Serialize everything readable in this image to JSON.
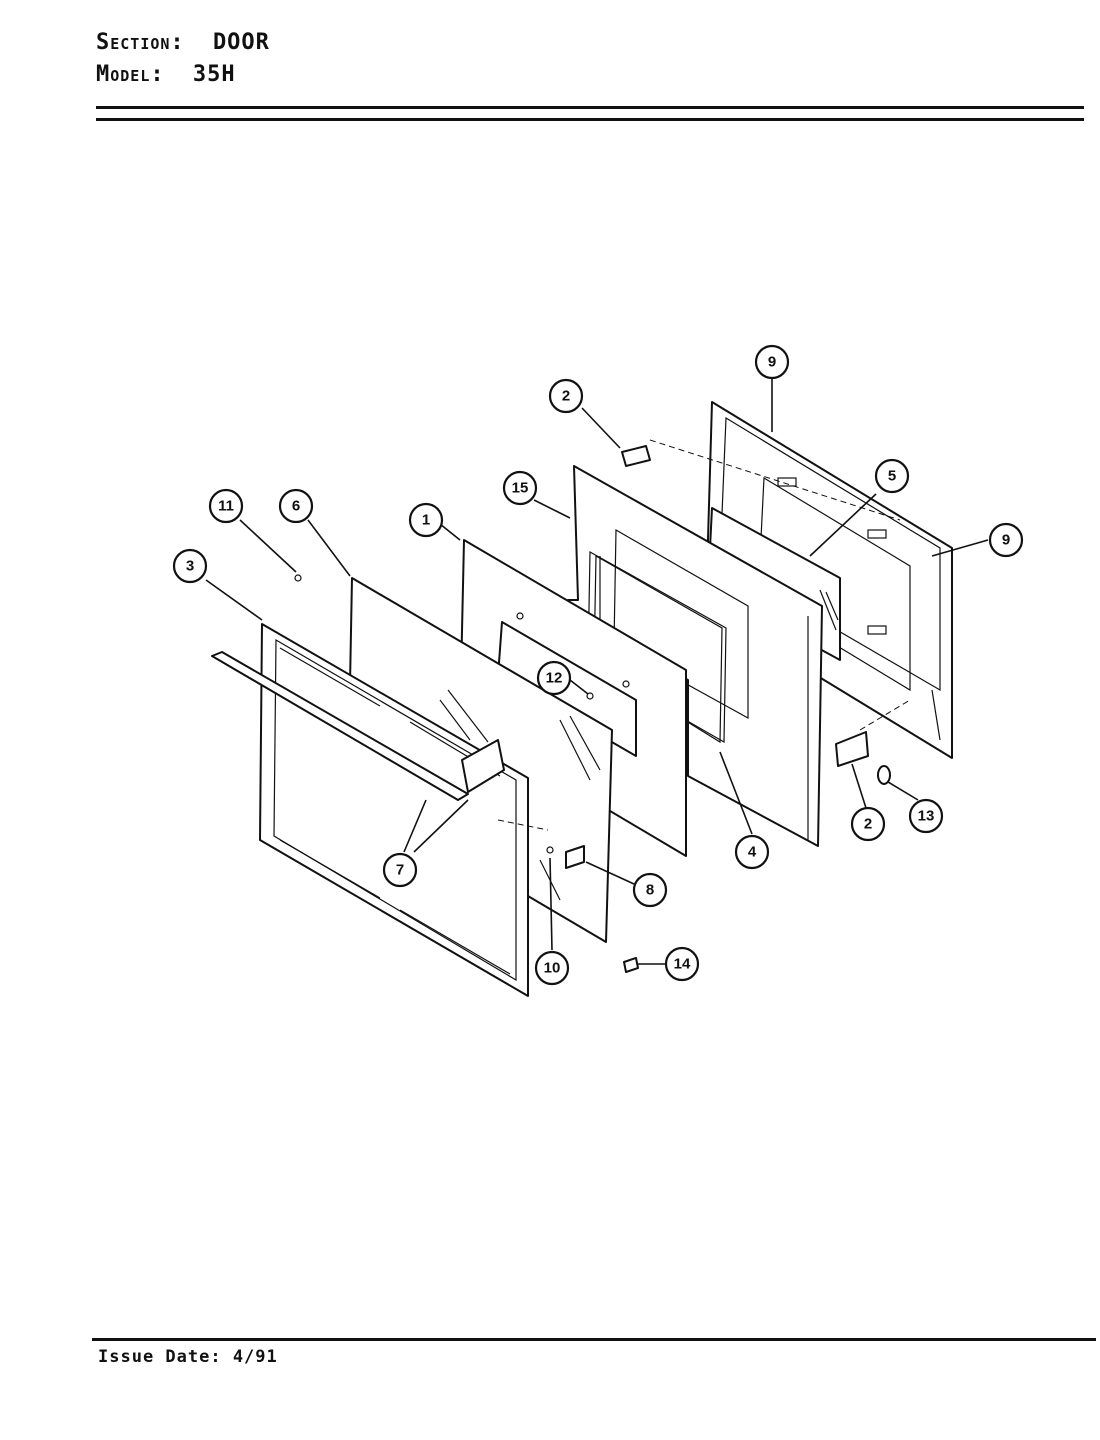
{
  "header": {
    "section_label": "Section:",
    "section_value": "DOOR",
    "model_label": "Model:",
    "model_value": "35H"
  },
  "footer": {
    "issue_date": "Issue Date: 4/91"
  },
  "callouts": [
    "1",
    "2",
    "2",
    "3",
    "4",
    "5",
    "6",
    "7",
    "8",
    "9",
    "9",
    "10",
    "11",
    "12",
    "13",
    "14",
    "15"
  ]
}
